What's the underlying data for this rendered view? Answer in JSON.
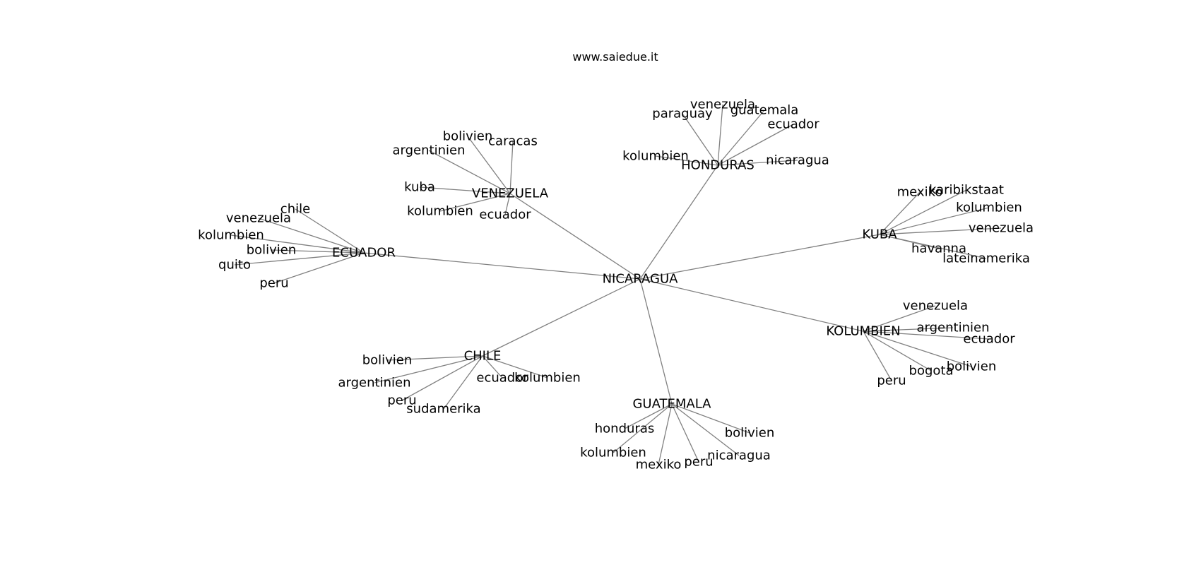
{
  "title": "www.saiedue.it",
  "center": "NICARAGUA",
  "hubs": [
    {
      "name": "ECUADOR",
      "leaves": [
        "chile",
        "venezuela",
        "kolumbien",
        "bolivien",
        "quito",
        "peru"
      ]
    },
    {
      "name": "VENEZUELA",
      "leaves": [
        "bolivien",
        "caracas",
        "argentinien",
        "kuba",
        "kolumbien",
        "ecuador"
      ]
    },
    {
      "name": "HONDURAS",
      "leaves": [
        "venezuela",
        "paraguay",
        "guatemala",
        "ecuador",
        "kolumbien",
        "nicaragua"
      ]
    },
    {
      "name": "KUBA",
      "leaves": [
        "mexiko",
        "karibikstaat",
        "kolumbien",
        "venezuela",
        "havanna",
        "lateinamerika"
      ]
    },
    {
      "name": "KOLUMBIEN",
      "leaves": [
        "venezuela",
        "argentinien",
        "ecuador",
        "bolivien",
        "bogota",
        "peru"
      ]
    },
    {
      "name": "GUATEMALA",
      "leaves": [
        "honduras",
        "bolivien",
        "kolumbien",
        "nicaragua",
        "mexiko",
        "peru"
      ]
    },
    {
      "name": "CHILE",
      "leaves": [
        "bolivien",
        "argentinien",
        "ecuador",
        "kolumbien",
        "peru",
        "sudamerika"
      ]
    }
  ]
}
